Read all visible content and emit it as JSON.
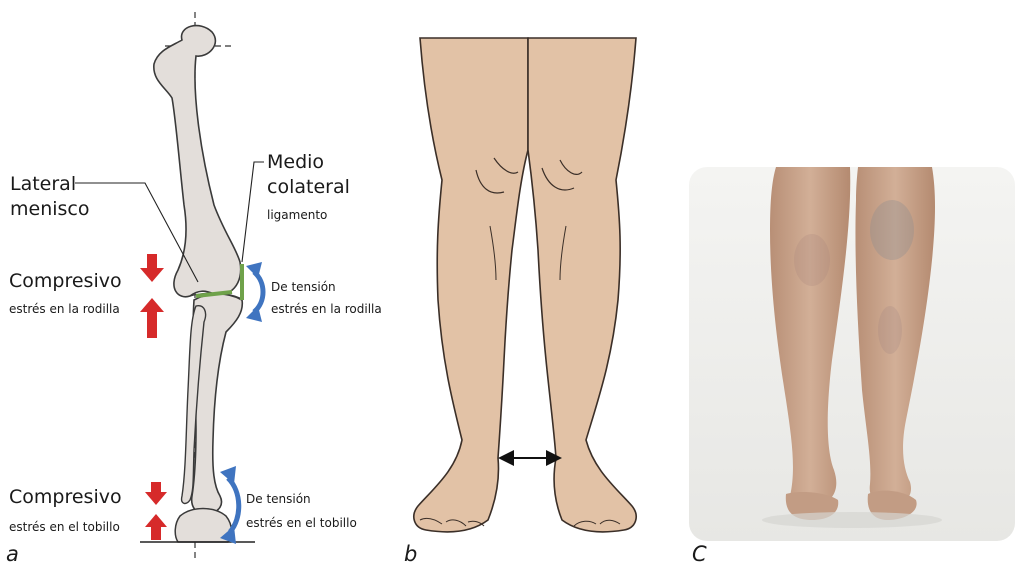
{
  "panel_a": {
    "label": "a",
    "lateral_line1": "Lateral",
    "lateral_line2": "menisco",
    "medial_line1": "Medio",
    "medial_line2": "colateral",
    "medial_line3": "ligamento",
    "knee_compress_title": "Compresivo",
    "knee_compress_sub": "estrés en la rodilla",
    "knee_tension_title": "De tensión",
    "knee_tension_sub": "estrés en la rodilla",
    "ankle_compress_title": "Compresivo",
    "ankle_compress_sub": "estrés en el tobillo",
    "ankle_tension_title": "De tensión",
    "ankle_tension_sub": "estrés en el tobillo"
  },
  "panel_b": {
    "label": "b"
  },
  "panel_c": {
    "label": "C"
  },
  "colors": {
    "bone_fill": "#e3deda",
    "bone_stroke": "#3a3a3a",
    "skin_fill": "#e2c2a6",
    "skin_stroke": "#3b2f28",
    "compress_arrow": "#d62a2a",
    "tension_arrow": "#3f74c0",
    "ligament": "#6fa24a",
    "photo_bg": "#f1f1ef",
    "photo_skin": "#c9a58c"
  },
  "icons": [
    "compression-arrow-icon",
    "tension-arrow-icon",
    "width-arrow-icon"
  ]
}
